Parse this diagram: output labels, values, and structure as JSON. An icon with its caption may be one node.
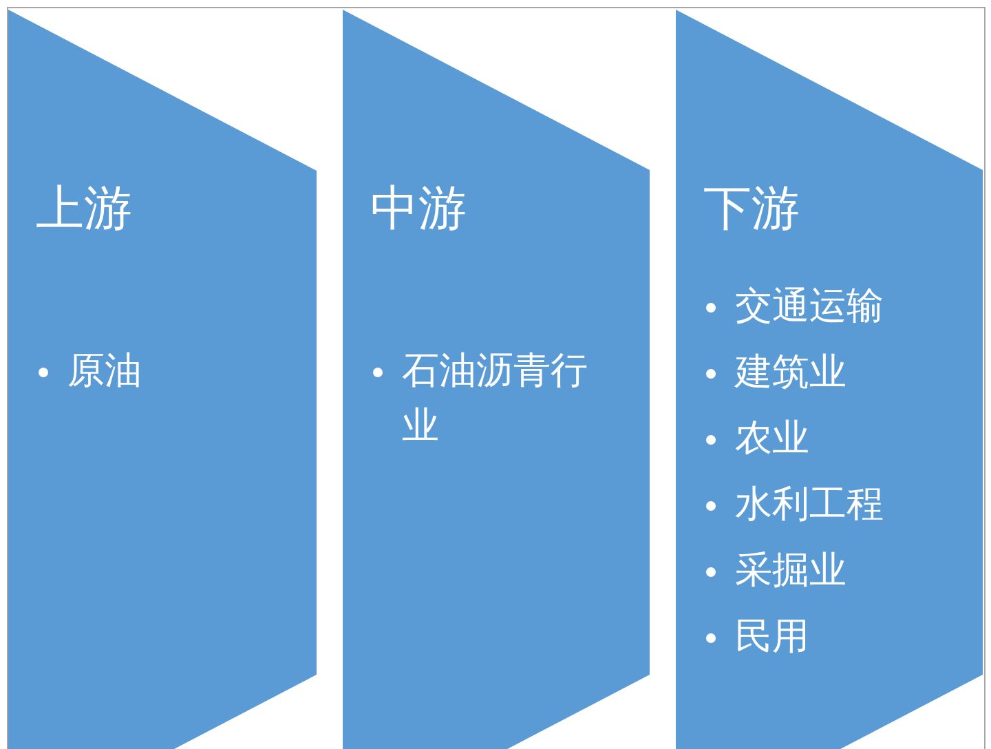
{
  "diagram": {
    "nodes": [
      {
        "text": [
          "上游",
          "原油"
        ]
      },
      {
        "text": [
          "中游",
          "石油沥青行业"
        ]
      },
      {
        "text": [
          "下游",
          "交通运输",
          "建筑业",
          "农业",
          "水利工程",
          "采掘业",
          "民用"
        ]
      }
    ]
  }
}
